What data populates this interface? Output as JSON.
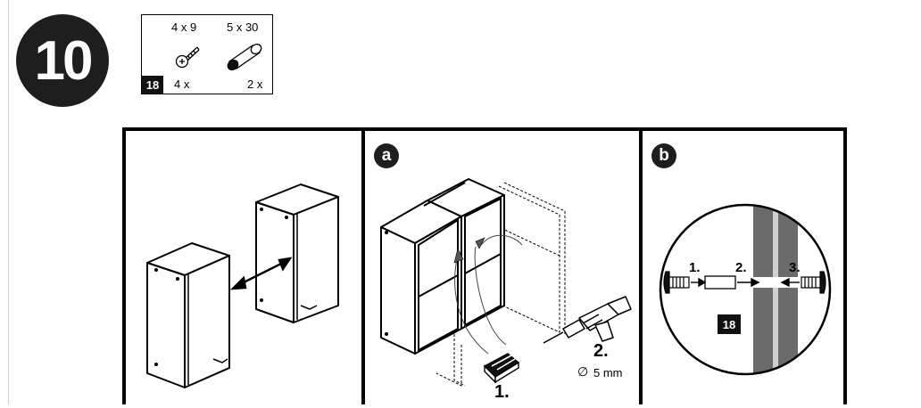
{
  "step": {
    "number": "10"
  },
  "parts": {
    "screw": {
      "size": "4 x 9",
      "qty": "4 x",
      "icon": "screw-icon"
    },
    "dowel": {
      "size": "5 x 30",
      "qty": "2 x",
      "icon": "dowel-icon"
    },
    "badge": "18"
  },
  "panel_a": {
    "letter": "a",
    "step1": "1.",
    "step2": "2.",
    "drill_size": "5 mm",
    "diameter_symbol": "∅"
  },
  "panel_b": {
    "letter": "b",
    "step1": "1.",
    "step2": "2.",
    "step3": "3.",
    "badge": "18"
  },
  "colors": {
    "ink": "#000000",
    "badge_fill": "#1e1e1e",
    "wall_gray": "#6b6b6b"
  }
}
